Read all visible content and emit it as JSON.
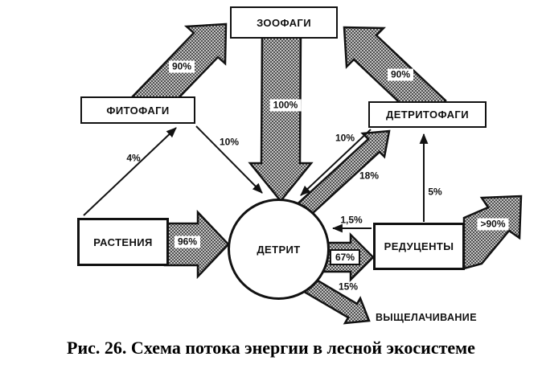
{
  "figure": {
    "caption": "Рис. 26. Схема потока энергии в лесной экосистеме"
  },
  "nodes": {
    "zoophages": {
      "label": "ЗООФАГИ"
    },
    "phytophages": {
      "label": "ФИТОФАГИ"
    },
    "detritophages": {
      "label": "ДЕТРИТОФАГИ"
    },
    "plants": {
      "label": "РАСТЕНИЯ"
    },
    "detritus": {
      "label": "ДЕТРИТ"
    },
    "reducers": {
      "label": "РЕДУЦЕНТЫ"
    },
    "leaching": {
      "label": "ВЫЩЕЛАЧИВАНИЕ"
    }
  },
  "flows": {
    "phytophages_to_zoophages": {
      "from": "phytophages",
      "to": "zoophages",
      "value": "90%",
      "style": "thick"
    },
    "zoophages_to_detritus": {
      "from": "zoophages",
      "to": "detritus",
      "value": "100%",
      "style": "thick"
    },
    "detritophages_to_zoophages": {
      "from": "detritophages",
      "to": "zoophages",
      "value": "90%",
      "style": "thick"
    },
    "plants_to_phytophages": {
      "from": "plants",
      "to": "phytophages",
      "value": "4%",
      "style": "thin"
    },
    "phytophages_to_detritus": {
      "from": "phytophages",
      "to": "detritus",
      "value": "10%",
      "style": "thin"
    },
    "detritophages_to_detritus": {
      "from": "detritophages",
      "to": "detritus",
      "value": "10%",
      "style": "thin"
    },
    "detritus_to_detritophages": {
      "from": "detritus",
      "to": "detritophages",
      "value": "18%",
      "style": "thick"
    },
    "reducers_to_detritophages": {
      "from": "reducers",
      "to": "detritophages",
      "value": "5%",
      "style": "thin"
    },
    "plants_to_detritus": {
      "from": "plants",
      "to": "detritus",
      "value": "96%",
      "style": "thick"
    },
    "reducers_to_detritus": {
      "from": "reducers",
      "to": "detritus",
      "value": "1,5%",
      "style": "thin"
    },
    "detritus_to_reducers": {
      "from": "detritus",
      "to": "reducers",
      "value": "67%",
      "style": "thick"
    },
    "reducers_to_environment": {
      "from": "reducers",
      "to": "environment",
      "value": ">90%",
      "style": "thick"
    },
    "detritus_to_leaching": {
      "from": "detritus",
      "to": "leaching",
      "value": "15%",
      "style": "thick"
    }
  },
  "colors": {
    "background": "#ffffff",
    "line": "#121212",
    "arrow_halftone_dark": "#4f4f4f",
    "arrow_halftone_light": "#c4c4c4"
  }
}
